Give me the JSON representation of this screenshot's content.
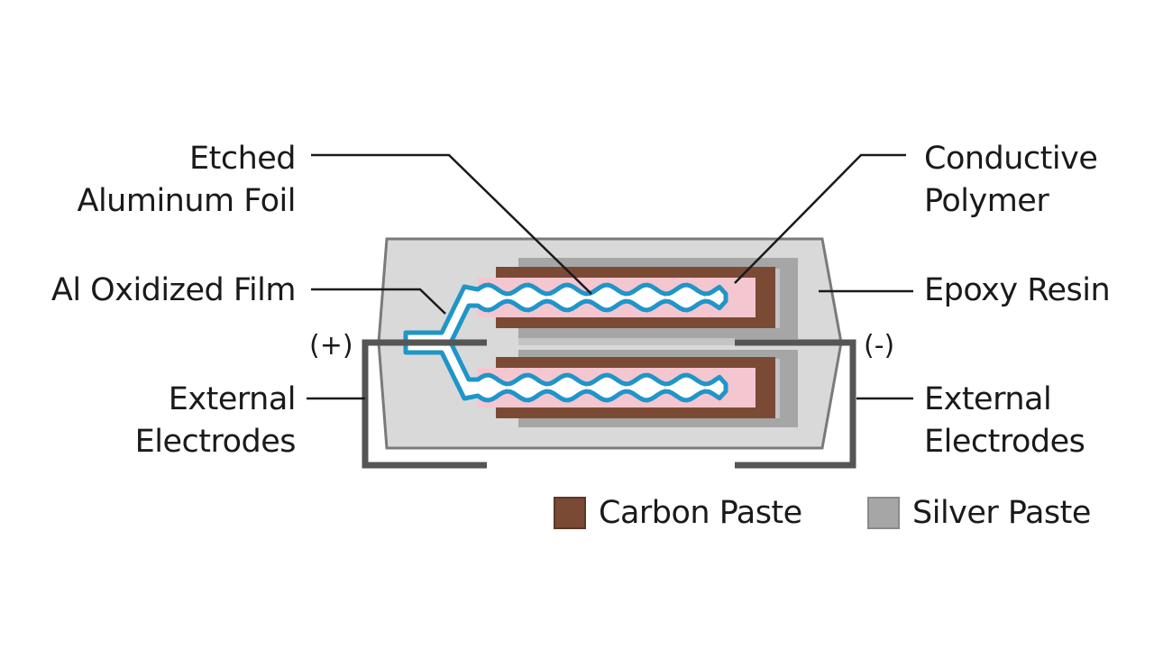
{
  "diagram": {
    "title": "Conductive Polymer Aluminum Solid Capacitor Structure",
    "labels": {
      "etched_foil": [
        "Etched",
        "Aluminum Foil"
      ],
      "oxidized_film": [
        "Al Oxidized Film"
      ],
      "external_electrodes_left": [
        "External",
        "Electrodes"
      ],
      "conductive_polymer": [
        "Conductive",
        "Polymer"
      ],
      "epoxy_resin": [
        "Epoxy Resin"
      ],
      "external_electrodes_right": [
        "External",
        "Electrodes"
      ]
    },
    "polarity": {
      "anode": "(+)",
      "cathode": "(-)"
    },
    "legend": [
      {
        "label": "Carbon Paste",
        "color": "#7a4a35",
        "border": "#5e3727"
      },
      {
        "label": "Silver Paste",
        "color": "#a6a6a6",
        "border": "#8a8a8a"
      }
    ],
    "colors": {
      "epoxy_fill": "#d9d9d9",
      "epoxy_outline": "#7a7a7a",
      "electrode": "#555555",
      "carbon": "#7a4a35",
      "silver": "#a6a6a6",
      "silver_light": "#c4c4c4",
      "polymer": "#f4c6d0",
      "foil_outline": "#1f95c9",
      "foil_core": "#ffffff",
      "leader": "#1a1a1a"
    }
  }
}
